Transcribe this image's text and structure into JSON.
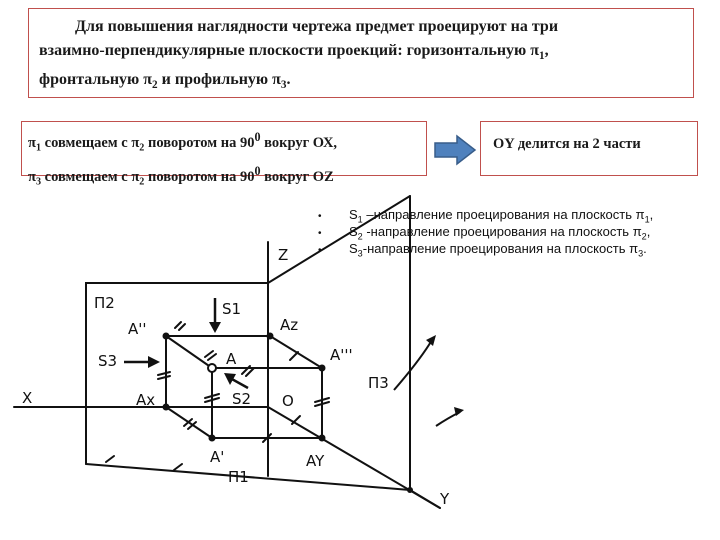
{
  "intro": {
    "line1": "Для повышения наглядности чертежа предмет проецируют на три",
    "line2": "взаимно-перпендикулярные плоскости проекций: горизонтальную π",
    "line2_sub": "1",
    "line2_end": ",",
    "line3_a": "фронтальную π",
    "line3_sub_a": "2",
    "line3_b": " и профильную π",
    "line3_sub_b": "3",
    "line3_end": "."
  },
  "rotation": {
    "row1": {
      "p_left": "π",
      "s_left": "1",
      "mid": " совмещаем с π",
      "s_mid": "2",
      "tail": " поворотом на 90",
      "deg": "0",
      "axis": " вокруг ОХ,"
    },
    "row2": {
      "p_left": "π",
      "s_left": "3",
      "mid": " совмещаем с π",
      "s_mid": "2",
      "tail": " поворотом на 90",
      "deg": "0",
      "axis": " вокруг OZ"
    }
  },
  "oy_note": "OY делится на 2 части",
  "directions": [
    {
      "bullet": "•",
      "s": "S",
      "sub": "1",
      "text": " –направление проецирования на плоскость π",
      "psub": "1",
      "end": ","
    },
    {
      "bullet": "•",
      "s": "S",
      "sub": "2",
      "text": " -направление проецирования на плоскость π",
      "psub": "2",
      "end": ","
    },
    {
      "bullet": "•",
      "s": "S",
      "sub": "3",
      "text": "-направление проецирования на плоскость π",
      "psub": "3",
      "end": "."
    }
  ],
  "drawing_labels": {
    "z": "Z",
    "x": "X",
    "y": "Y",
    "o": "O",
    "pi2": "Π2",
    "pi1": "Π1",
    "pi3": "Π3",
    "s1": "S1",
    "s2": "S2",
    "s3": "S3",
    "az": "Az",
    "ax": "Ax",
    "ay": "AY",
    "a": "A",
    "a2": "A''",
    "a1": "A'",
    "a3": "A'''"
  },
  "colors": {
    "box_border": "#c0504d",
    "arrow_fill": "#4f81bd",
    "arrow_stroke": "#385d8a"
  }
}
